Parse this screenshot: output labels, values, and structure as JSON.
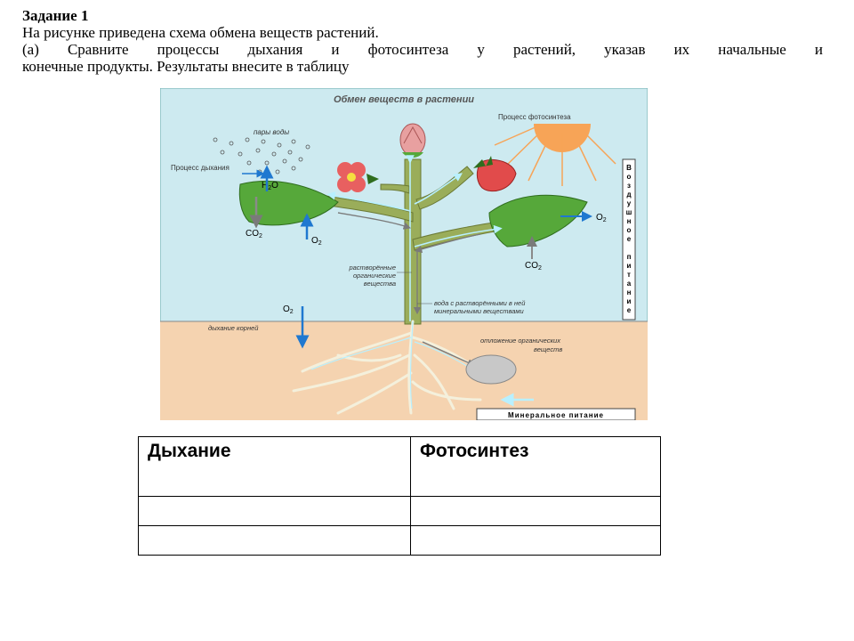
{
  "task": {
    "title": "Задание 1",
    "line1": "На рисунке приведена схема обмена веществ растений.",
    "line2": "(а) Сравните   процессы дыхания и фотосинтеза у растений, указав их начальные и",
    "line3": "конечные продукты. Результаты внесите в таблицу"
  },
  "figure": {
    "title": "Обмен веществ в растении",
    "photosynthesis_label": "Процесс фотосинтеза",
    "respiration_label": "Процесс дыхания",
    "water_vapor_label": "пары воды",
    "h2o": "H",
    "h2o_sub": "2",
    "h2o_tail": "O",
    "co2": "CO",
    "co2_sub": "2",
    "o2": "O",
    "o2_sub": "2",
    "organic_label_1": "растворённые",
    "organic_label_2": "органические",
    "organic_label_3": "вещества",
    "mineral_water_1": "вода с растворёнными в ней",
    "mineral_water_2": "минеральными веществами",
    "root_respiration": "дыхание корней",
    "deposit_1": "отложение органических",
    "deposit_2": "веществ",
    "air_nutrition": [
      "В",
      "о",
      "з",
      "д",
      "у",
      "ш",
      "н",
      "о",
      "е",
      "",
      "п",
      "и",
      "т",
      "а",
      "н",
      "и",
      "е"
    ],
    "mineral_nutrition": "Минеральное питание",
    "colors": {
      "sky": "#cdeaf0",
      "soil": "#f5d3b0",
      "leaf": "#56a83a",
      "stem": "#9aad5a",
      "sun": "#f7a457",
      "arrow_blue": "#1f78d0",
      "arrow_gray": "#8a8a8a",
      "stream": "#c9f5ff"
    }
  },
  "table": {
    "headers": [
      "Дыхание",
      "Фотосинтез"
    ],
    "rows": [
      [
        "",
        ""
      ],
      [
        "",
        ""
      ]
    ]
  }
}
